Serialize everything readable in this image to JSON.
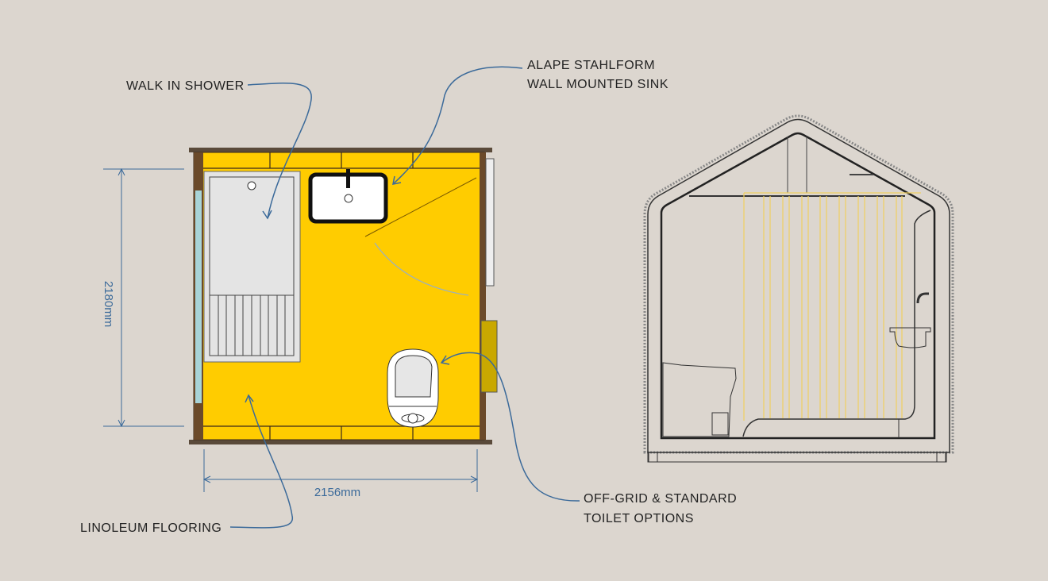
{
  "labels": {
    "walk_in_shower": "WALK IN SHOWER",
    "sink_line1": "ALAPE STAHLFORM",
    "sink_line2": "WALL MOUNTED SINK",
    "toilet_line1": "OFF-GRID & STANDARD",
    "toilet_line2": "TOILET OPTIONS",
    "flooring": "LINOLEUM FLOORING"
  },
  "dimensions": {
    "height": "2180mm",
    "width": "2156mm"
  },
  "colors": {
    "background": "#dcd6cf",
    "floor": "#ffcc00",
    "leader": "#3b6a9a",
    "wall": "#6b4a2a"
  }
}
